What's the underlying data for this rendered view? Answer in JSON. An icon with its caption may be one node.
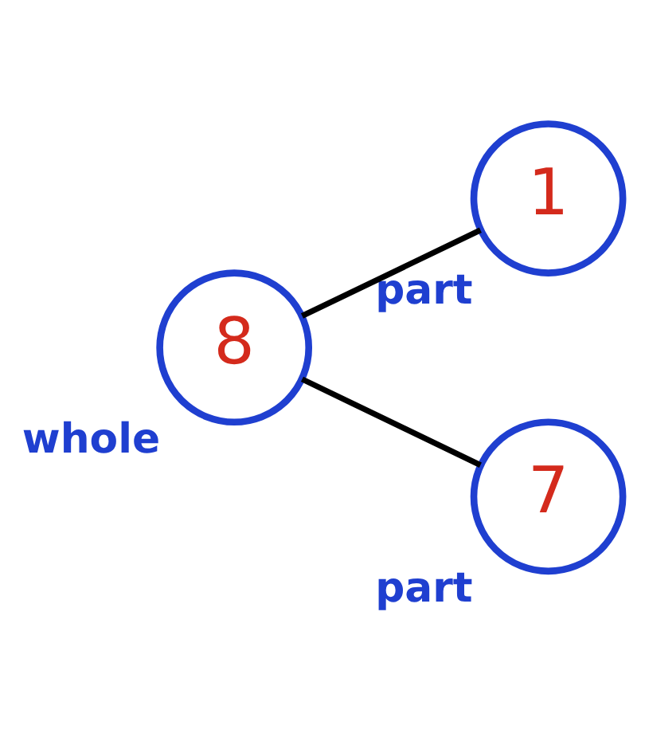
{
  "diagram": {
    "nodes": [
      {
        "text": [
          "8"
        ],
        "beside": [
          "whole"
        ]
      },
      {
        "text": [
          "1"
        ],
        "beside": [
          "part"
        ]
      },
      {
        "text": [
          "7"
        ],
        "beside": [
          "part"
        ]
      }
    ],
    "edges": [
      {
        "from": 0,
        "to": 1,
        "arrow": "none"
      },
      {
        "from": 0,
        "to": 2,
        "arrow": "none"
      }
    ]
  }
}
